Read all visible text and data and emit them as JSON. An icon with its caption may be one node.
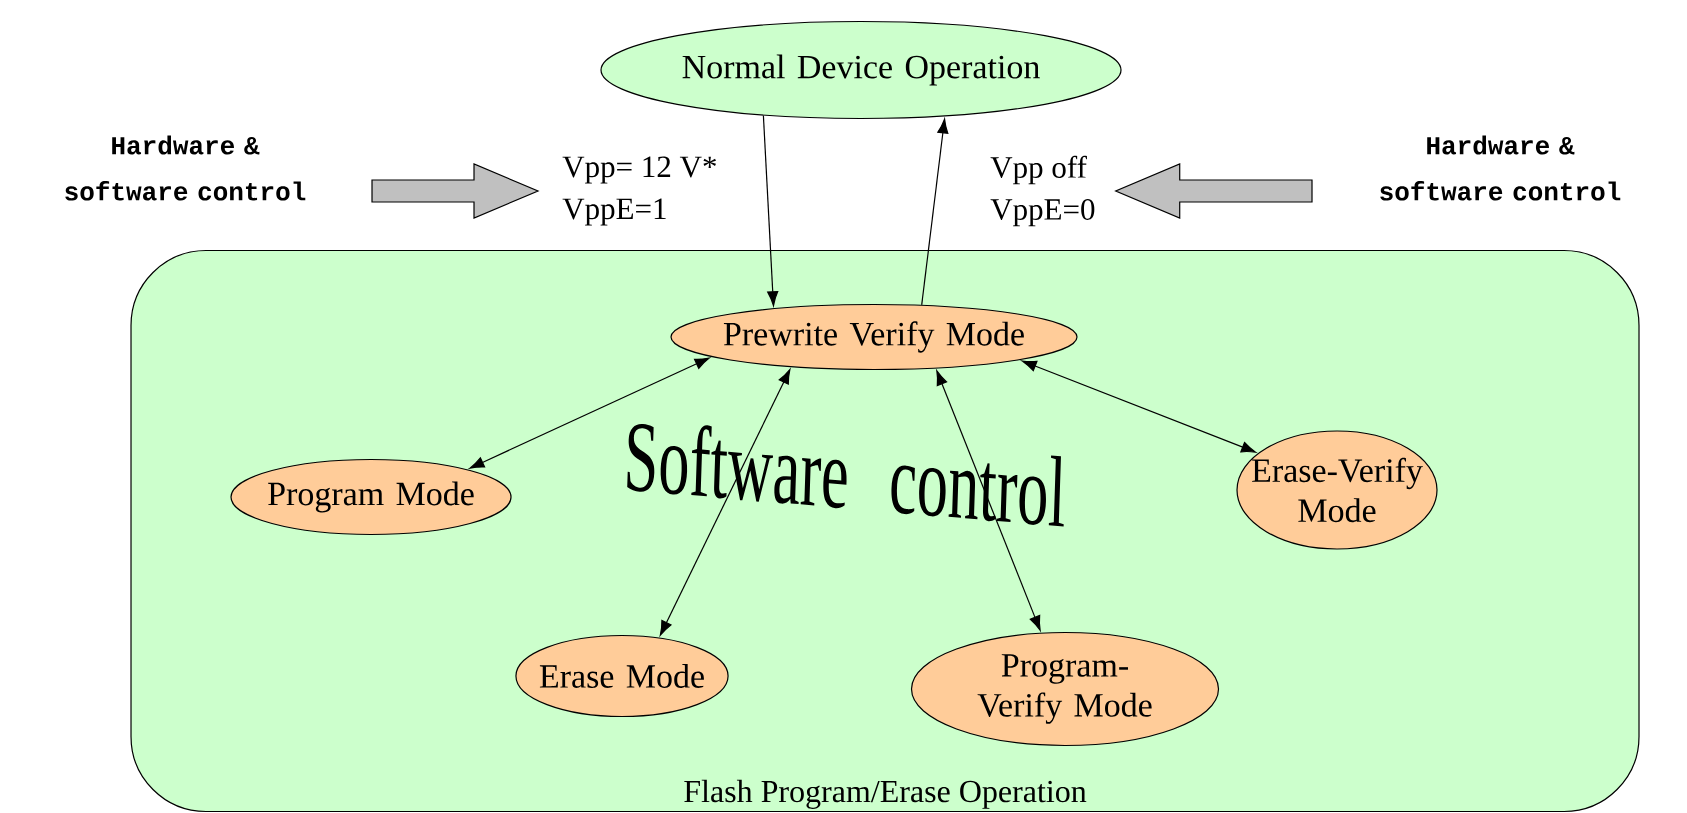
{
  "diagram": {
    "nodes": [
      {
        "text": [
          "Normal Device Operation"
        ]
      },
      {
        "text": [
          "Hardware & software control"
        ]
      },
      {
        "text": [
          "Vpp= 12 V*",
          "VppE=1"
        ]
      },
      {
        "text": [
          "Vpp off",
          "VppE=0"
        ]
      },
      {
        "text": [
          "Hardware & software control"
        ]
      },
      {
        "text": [
          "Flash Program/Erase Operation"
        ]
      },
      {
        "text": [
          "Prewrite Verify Mode"
        ],
        "in": 5
      },
      {
        "text": [
          "Program Mode"
        ],
        "in": 5
      },
      {
        "text": [
          "Erase-Verify Mode"
        ],
        "in": 5
      },
      {
        "text": [
          "Erase Mode"
        ],
        "in": 5
      },
      {
        "text": [
          "Program-Verify Mode"
        ],
        "in": 5
      }
    ],
    "edges": [
      {
        "from": 0,
        "to": 6,
        "arrow": "to"
      },
      {
        "from": 6,
        "to": 0,
        "arrow": "to"
      },
      {
        "from": 6,
        "to": 7,
        "arrow": "both"
      },
      {
        "from": 6,
        "to": 9,
        "arrow": "both"
      },
      {
        "from": 6,
        "to": 10,
        "arrow": "both"
      },
      {
        "from": 6,
        "to": 8,
        "arrow": "both"
      },
      {
        "from": 1,
        "to": 2,
        "arrow": "to",
        "style": "thick",
        "color": "#c0c0c0"
      },
      {
        "from": 4,
        "to": 3,
        "arrow": "to",
        "style": "thick",
        "color": "#c0c0c0"
      }
    ],
    "labels": [
      "Software control"
    ]
  }
}
